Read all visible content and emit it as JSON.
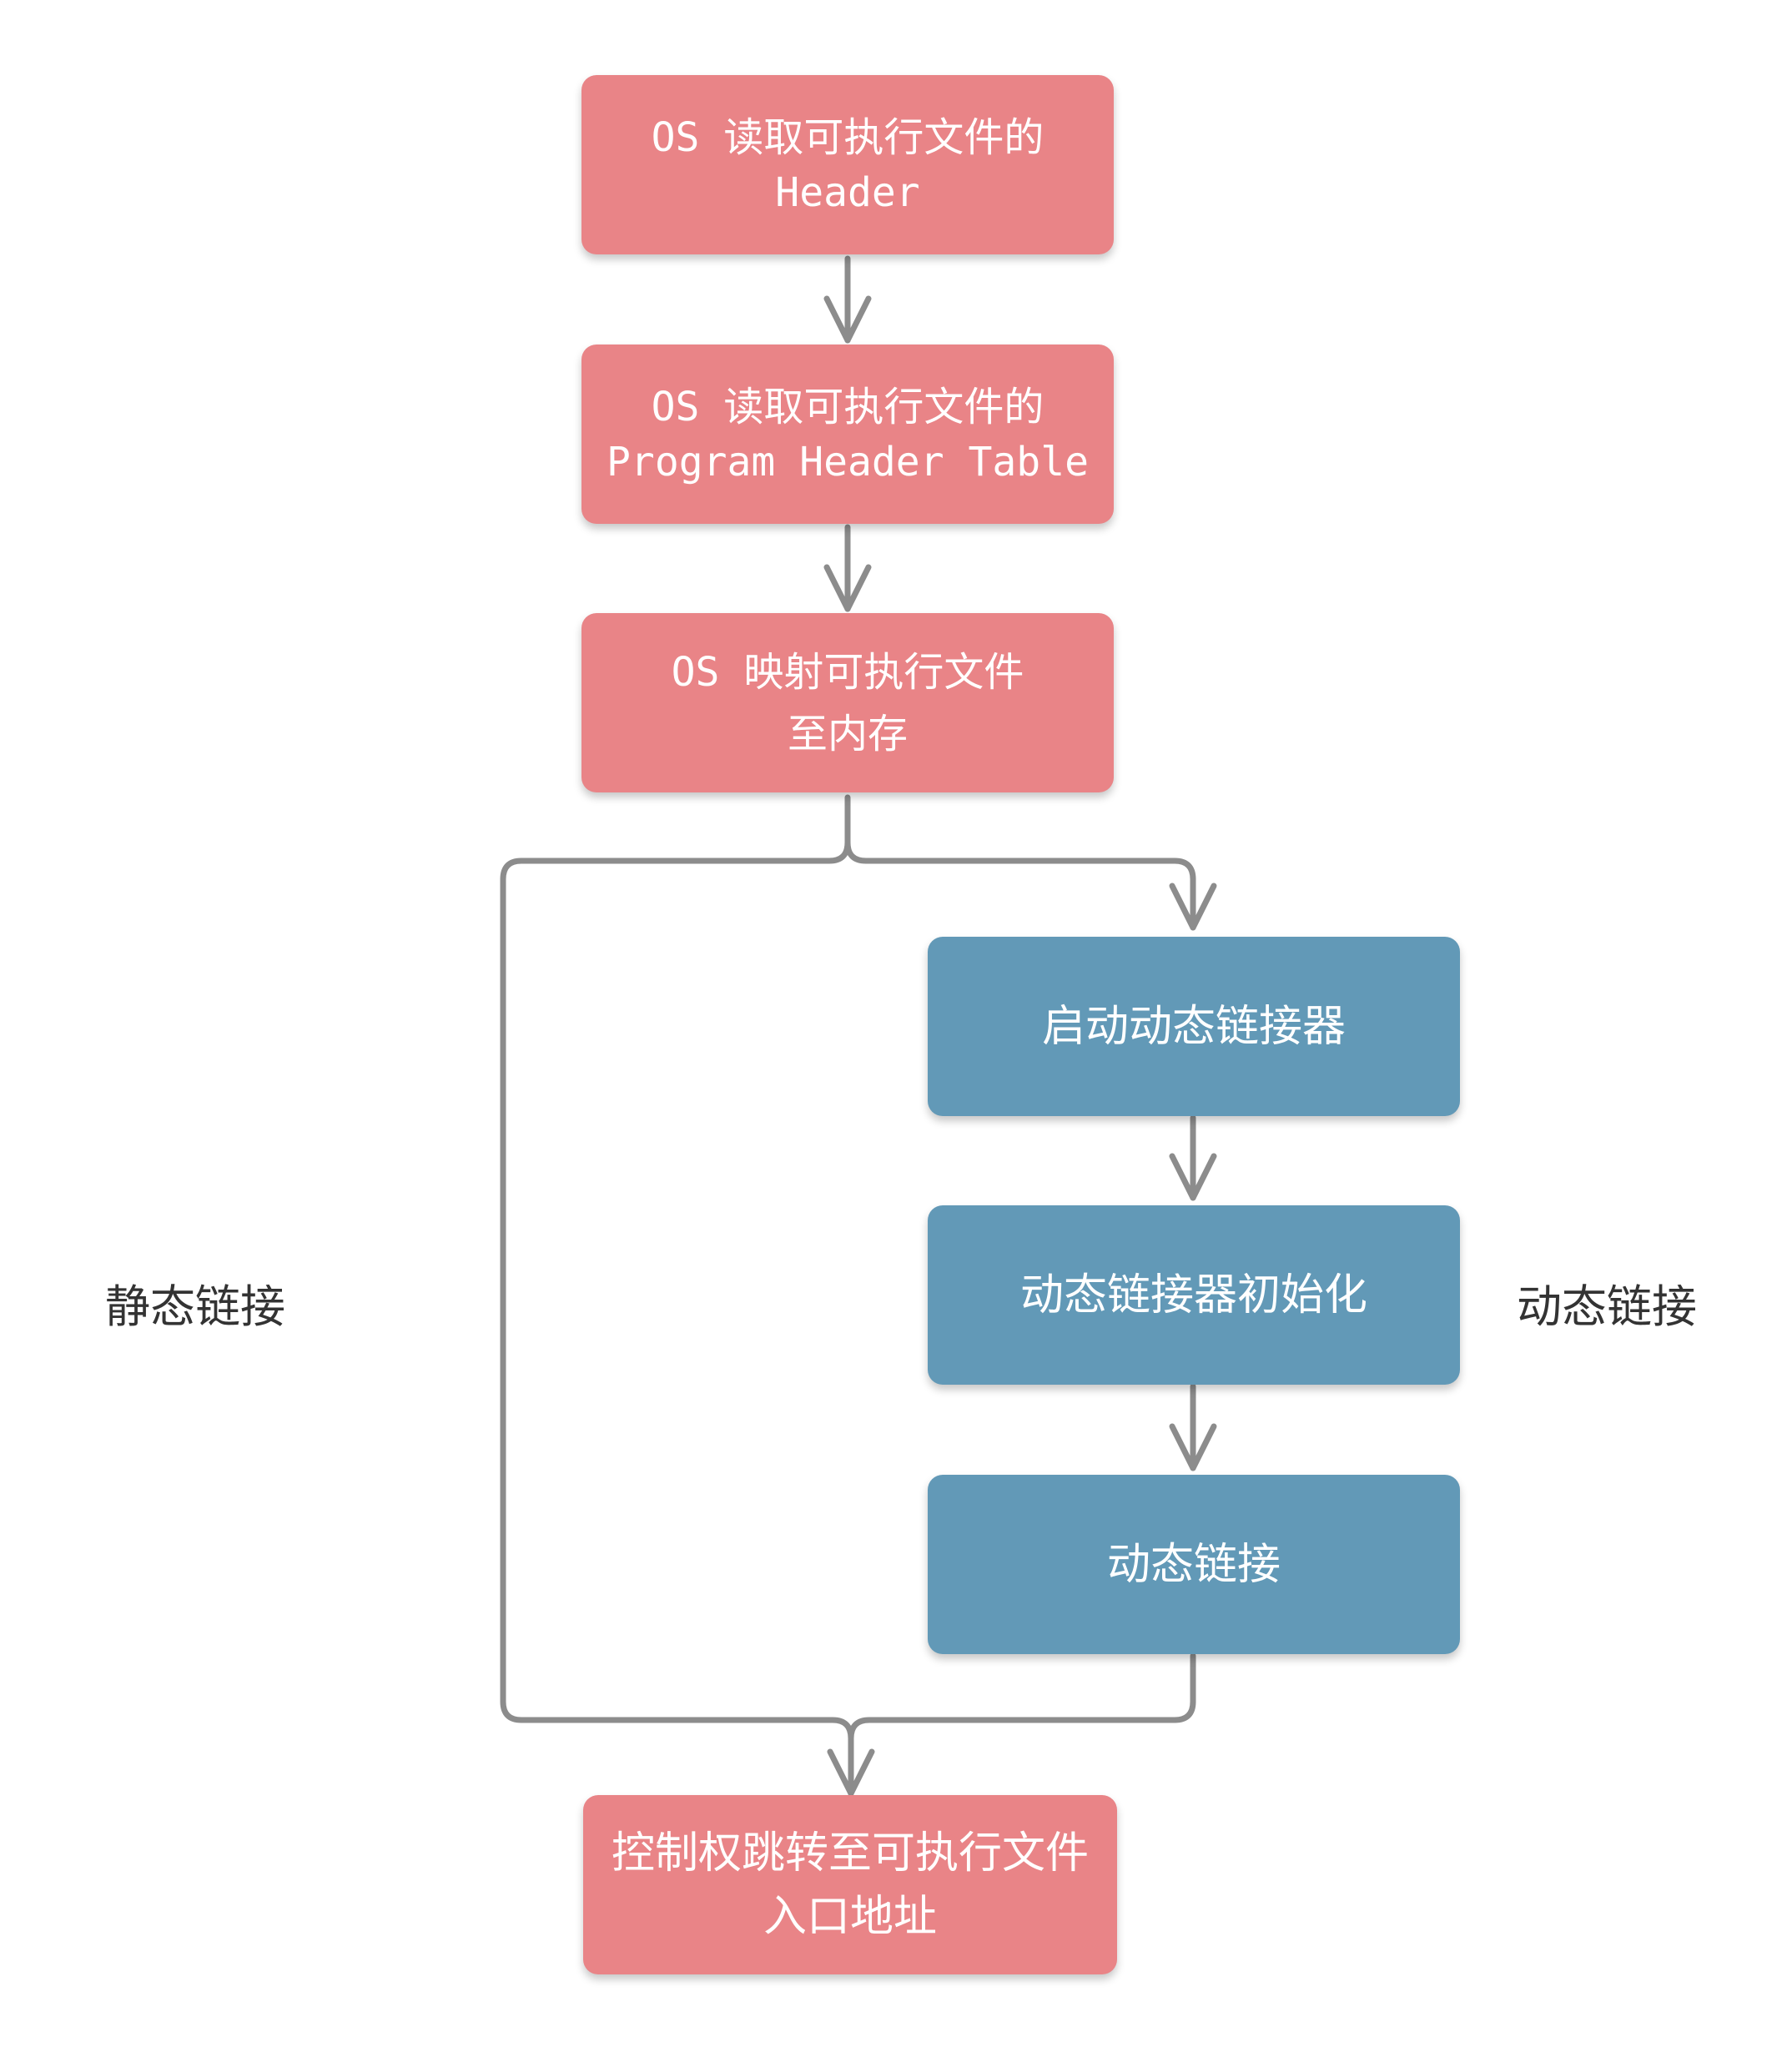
{
  "nodes": {
    "read_header": {
      "line1": "OS 读取可执行文件的",
      "line2": "Header"
    },
    "read_pht": {
      "line1": "OS 读取可执行文件的",
      "line2": "Program Header Table"
    },
    "map_memory": {
      "line1": "OS 映射可执行文件",
      "line2": "至内存"
    },
    "start_linker": {
      "label": "启动动态链接器"
    },
    "linker_init": {
      "label": "动态链接器初始化"
    },
    "dynamic_link": {
      "label": "动态链接"
    },
    "jump_entry": {
      "line1": "控制权跳转至可执行文件",
      "line2": "入口地址"
    }
  },
  "labels": {
    "static": "静态链接",
    "dynamic": "动态链接"
  },
  "colors": {
    "os_steps": "#e98487",
    "linker_steps": "#6299b7",
    "connector": "#8c8c8c"
  }
}
